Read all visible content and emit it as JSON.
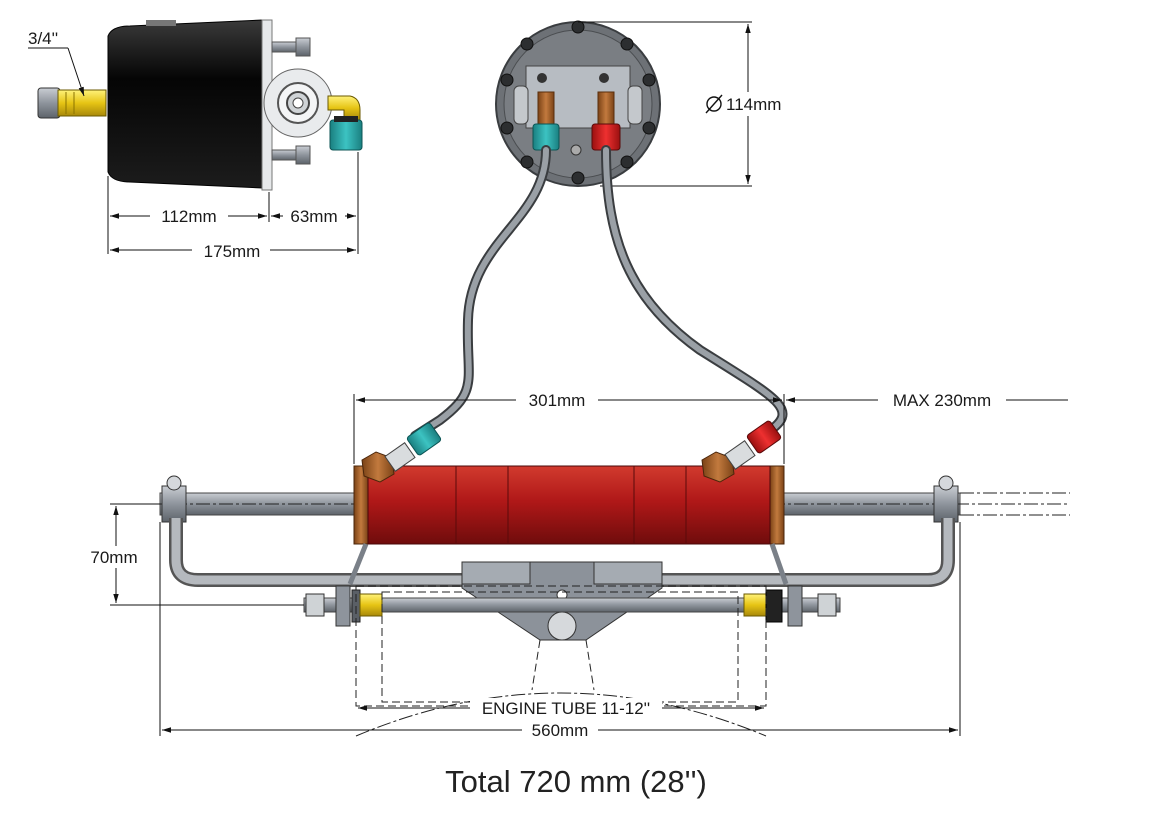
{
  "side_view": {
    "shaft_label": "3/4''",
    "dim_body": "112mm",
    "dim_fitting": "63mm",
    "dim_total": "175mm"
  },
  "front_view": {
    "diameter_label": "114mm"
  },
  "cylinder": {
    "dim_length": "301mm",
    "dim_max": "MAX 230mm",
    "dim_height": "70mm",
    "dim_engine_tube": "ENGINE TUBE 11-12''",
    "dim_span": "560mm"
  },
  "caption": "Total 720 mm (28'')",
  "colors": {
    "cylinder_red": "#b01818",
    "fitting_teal": "#2aa8a8",
    "fitting_red": "#d81f1f",
    "pump_body": "#111111",
    "bronze": "#a8612c",
    "shaft_yellow": "#f2d21a",
    "steel": "#9aa0a8"
  }
}
